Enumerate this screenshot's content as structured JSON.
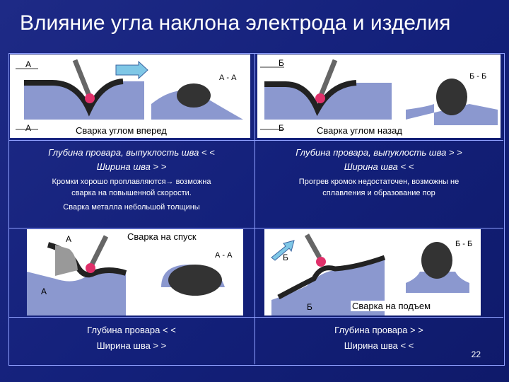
{
  "title": "Влияние угла наклона электрода и изделия",
  "panels": {
    "forward": {
      "caption": "Сварка углом вперед",
      "sec": "А - А",
      "a1": "А",
      "a2": "А"
    },
    "backward": {
      "caption": "Сварка углом назад",
      "sec": "Б - Б",
      "a1": "Б",
      "a2": "Б"
    },
    "downhill": {
      "caption": "Сварка на спуск",
      "sec": "А - А",
      "a1": "А",
      "a2": "А"
    },
    "uphill": {
      "caption": "Сварка на подъем",
      "sec": "Б - Б",
      "a1": "Б",
      "a2": "Б"
    }
  },
  "text": {
    "forward_l1": "Глубина провара, выпуклость шва < <",
    "forward_l2": "Ширина шва > >",
    "forward_n1": "Кромки хорошо проплавляются→ возможна",
    "forward_n2": "сварка на повышенной скорости.",
    "forward_n3": "Сварка металла небольшой толщины",
    "backward_l1": "Глубина провара, выпуклость шва > >",
    "backward_l2": "Ширина шва < <",
    "backward_n1": "Прогрев кромок недостаточен, возможны не",
    "backward_n2": "сплавления и образование пор",
    "down_l1": "Глубина провара < <",
    "down_l2": "Ширина шва > >",
    "up_l1": "Глубина провара > >",
    "up_l2": "Ширина шва < <"
  },
  "page_number": "22"
}
